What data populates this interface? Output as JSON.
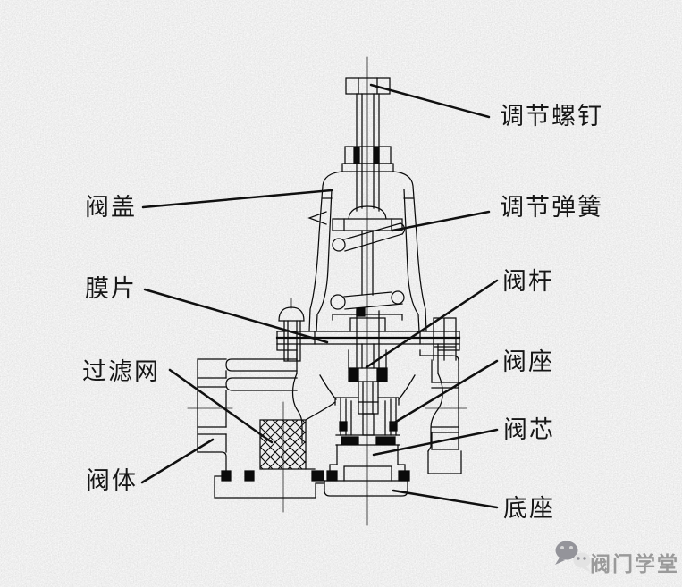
{
  "labels": {
    "adjusting_screw": "调节螺钉",
    "bonnet": "阀盖",
    "adjusting_spring": "调节弹簧",
    "diaphragm": "膜片",
    "stem": "阀杆",
    "filter_screen": "过滤网",
    "seat": "阀座",
    "body": "阀体",
    "core": "阀芯",
    "base": "底座"
  },
  "watermark": {
    "text": "阀门学堂",
    "icon": "wechat-icon",
    "color": "#9a9a9a"
  },
  "colors": {
    "background": "#d2d2d2",
    "line": "#0b0b0b",
    "leader": "#101010",
    "label_text": "#161616"
  }
}
